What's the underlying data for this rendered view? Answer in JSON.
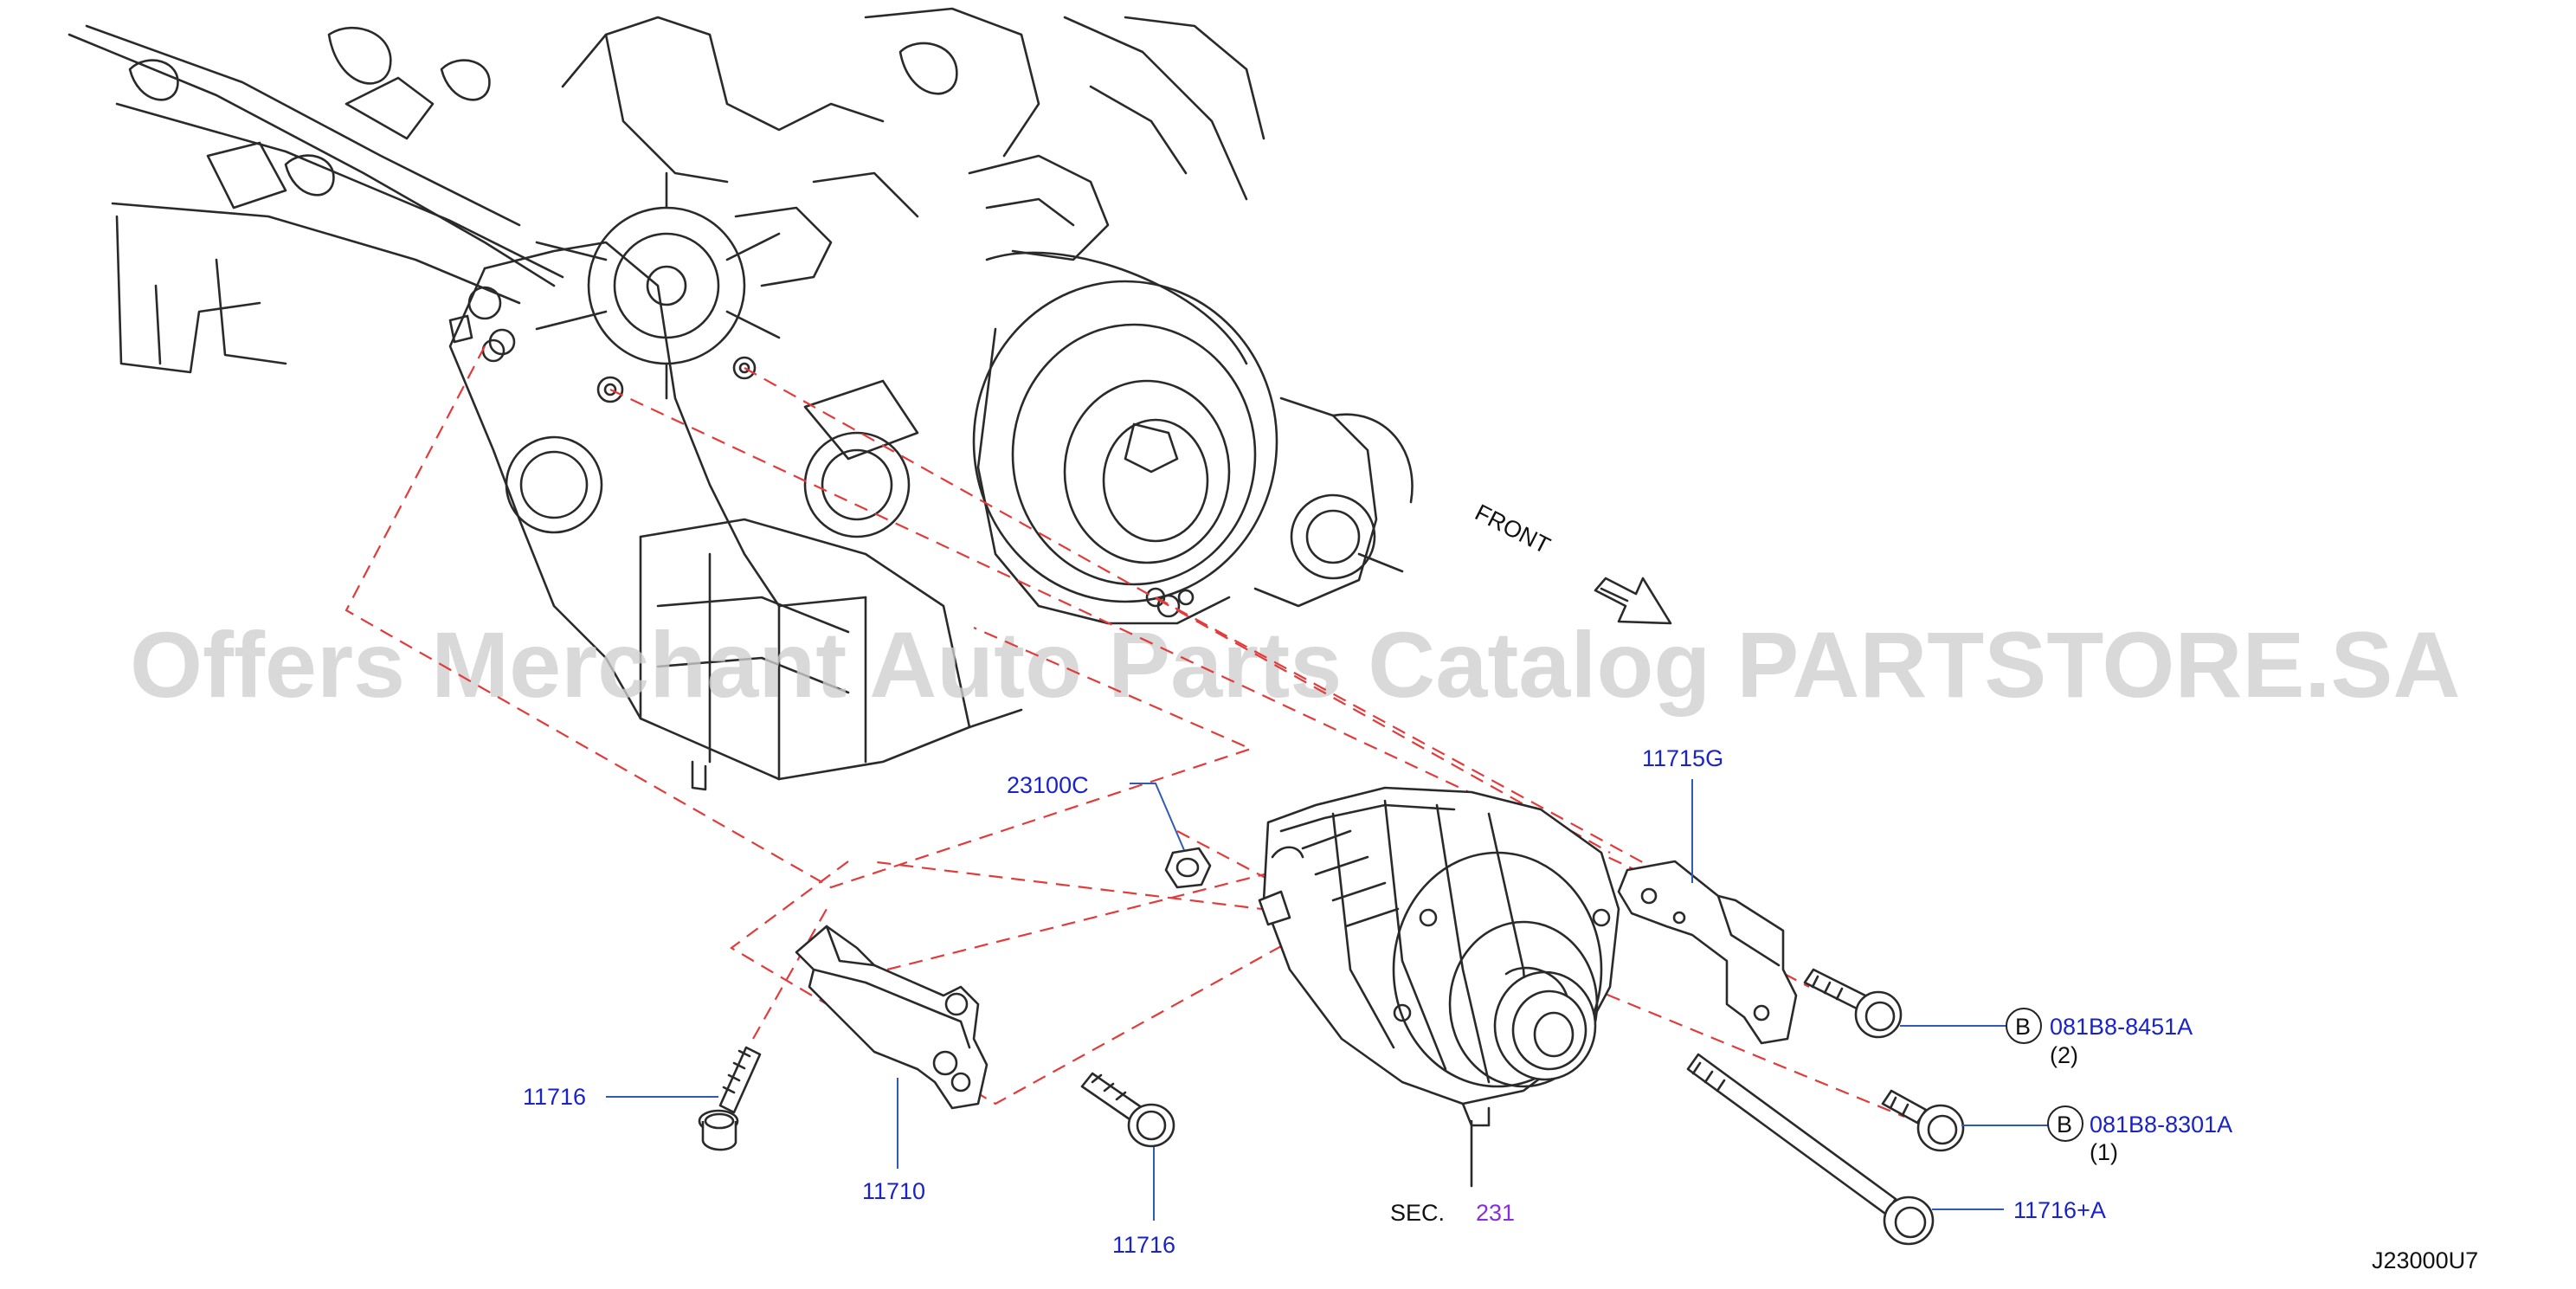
{
  "labels": {
    "front": "FRONT",
    "p23100c": "23100C",
    "p11715g": "11715G",
    "p11716_left": "11716",
    "p11710": "11710",
    "p11716_bottom": "11716",
    "sec_prefix": "SEC.",
    "sec_number": "231",
    "p081b8_8451a": "081B8-8451A",
    "qty_8451a": "(2)",
    "p081b8_8301a": "081B8-8301A",
    "qty_8301a": "(1)",
    "p11716_a": "11716+A",
    "bolt_marker_1": "B",
    "bolt_marker_2": "B",
    "diagram_code": "J23000U7"
  },
  "watermark": "Offers Merchant Auto Parts Catalog PARTSTORE.SA",
  "colors": {
    "part_label": "#1a23c9",
    "section_ref": "#8a2be2",
    "dashed_guide": "#e23b3b",
    "leader_line": "#2f5bb5",
    "line_art": "#2a2a2a",
    "watermark": "#cfcfcf"
  },
  "icons": {
    "front_arrow": "front-direction-arrow-icon",
    "bolt_marker": "circled-b-icon"
  }
}
